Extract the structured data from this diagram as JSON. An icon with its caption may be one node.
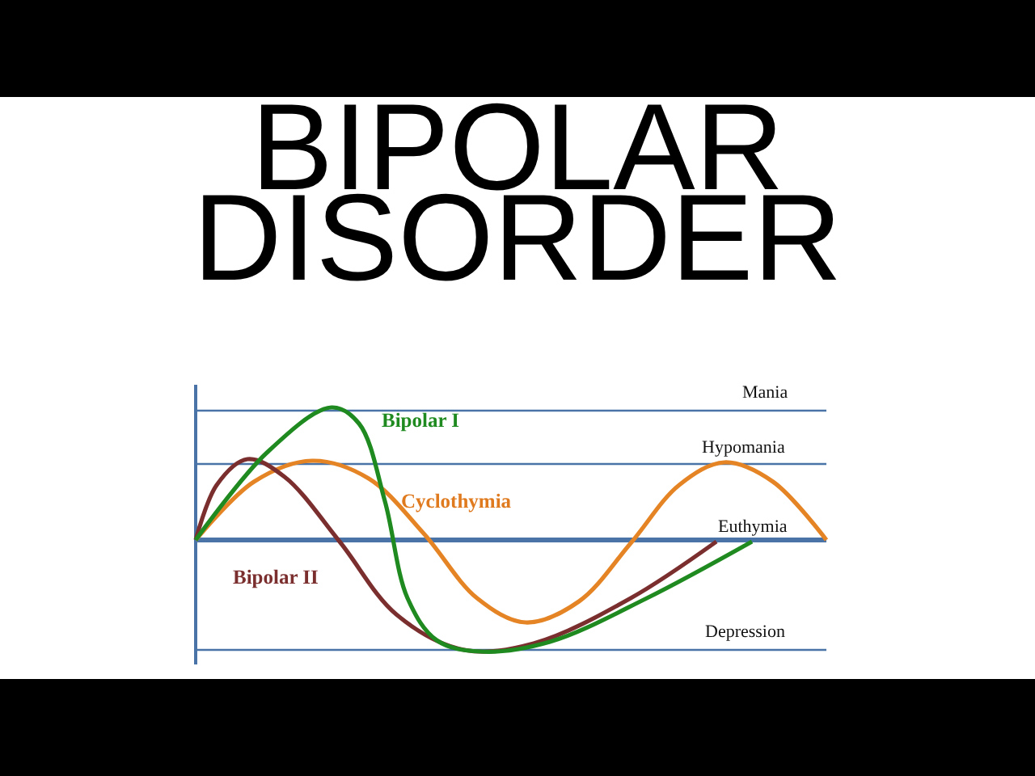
{
  "diagram": {
    "title": "BIPOLAR DISORDER",
    "labels": [
      "Mania",
      "Bipolar I",
      "Hypomania",
      "Cyclothymia",
      "Euthymia",
      "Bipolar II",
      "Depression"
    ]
  }
}
